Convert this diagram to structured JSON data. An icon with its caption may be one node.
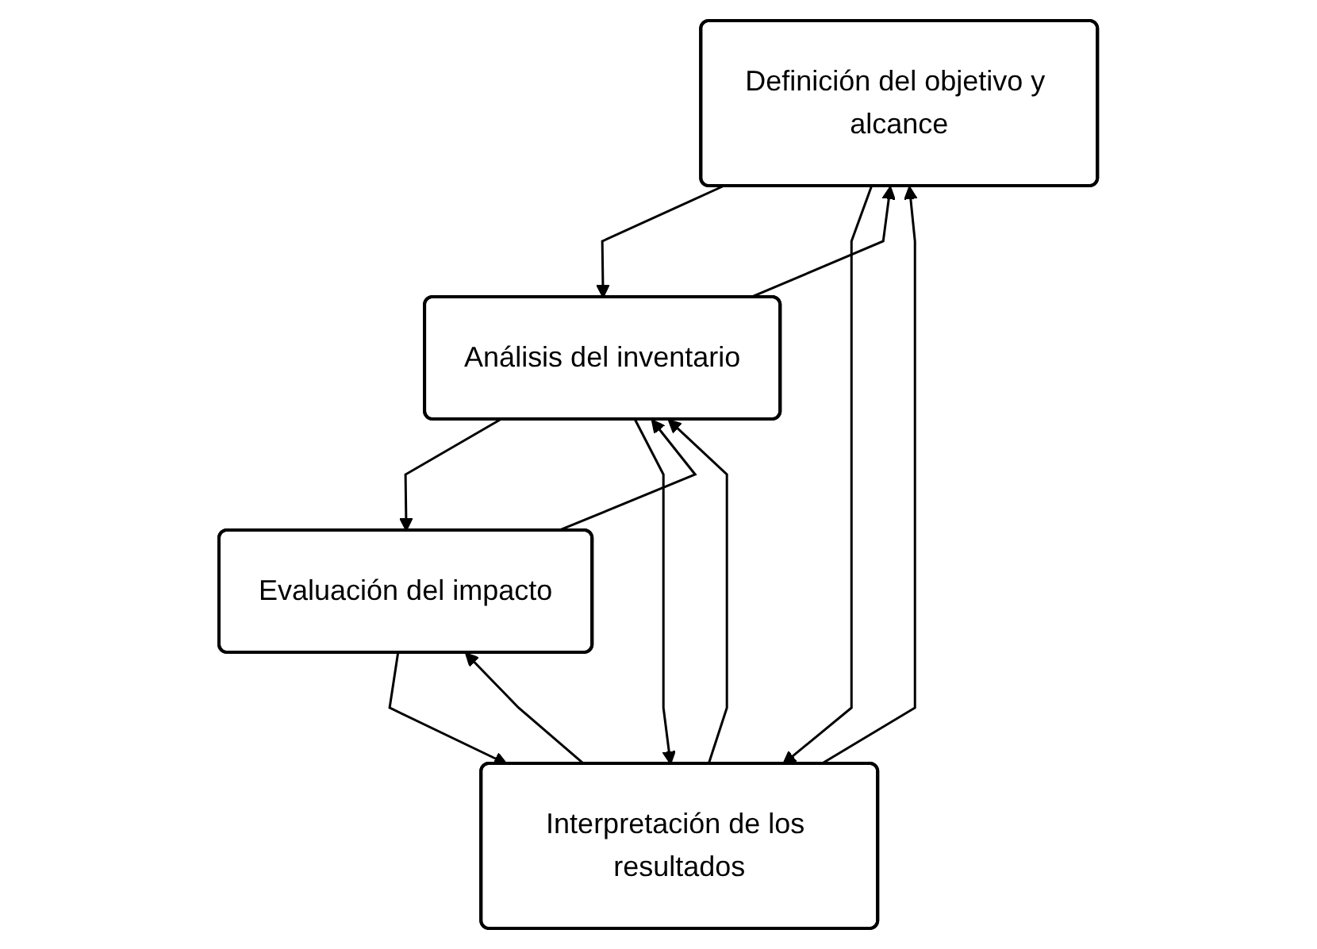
{
  "diagram": {
    "nodes": [
      {
        "text": [
          "Definición del objetivo y alcance"
        ]
      },
      {
        "text": [
          "Análisis del inventario"
        ]
      },
      {
        "text": [
          "Evaluación del impacto"
        ]
      },
      {
        "text": [
          "Interpretación de los resultados"
        ]
      }
    ],
    "edges": [
      {
        "from": 0,
        "to": 1,
        "arrow": "to"
      },
      {
        "from": 1,
        "to": 0,
        "arrow": "to"
      },
      {
        "from": 1,
        "to": 2,
        "arrow": "to"
      },
      {
        "from": 2,
        "to": 1,
        "arrow": "to"
      },
      {
        "from": 0,
        "to": 3,
        "arrow": "to"
      },
      {
        "from": 3,
        "to": 0,
        "arrow": "to"
      },
      {
        "from": 1,
        "to": 3,
        "arrow": "to"
      },
      {
        "from": 3,
        "to": 1,
        "arrow": "to"
      },
      {
        "from": 3,
        "to": 2,
        "arrow": "to"
      },
      {
        "from": 2,
        "to": 3,
        "arrow": "to"
      }
    ]
  }
}
